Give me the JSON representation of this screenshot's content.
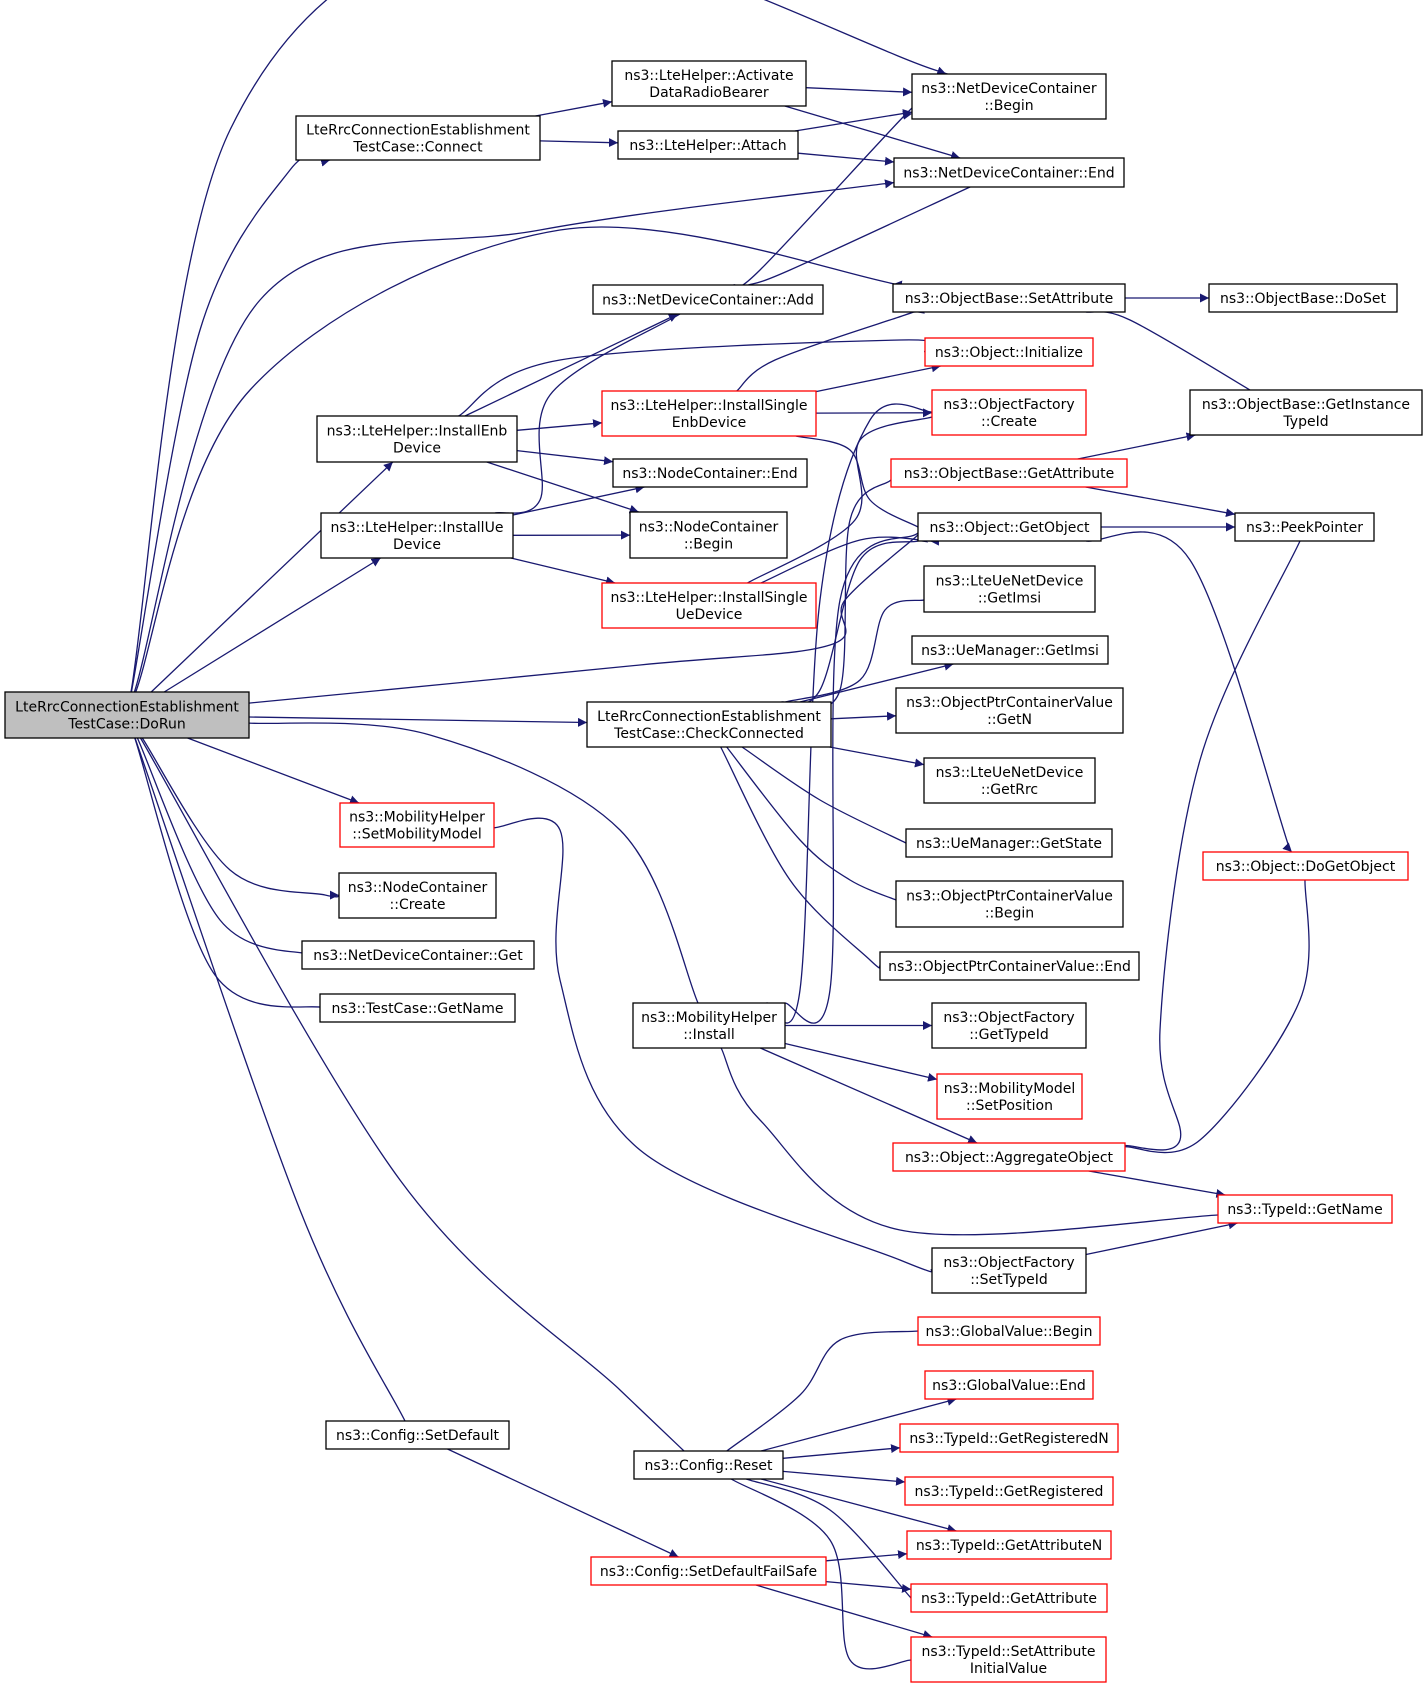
{
  "colors": {
    "edge": "#191970",
    "border_documented": "#000000",
    "border_undocumented": "#ff0000",
    "root_fill": "#bfbfbf",
    "node_fill": "#ffffff"
  },
  "nodes": [
    {
      "id": "dorun",
      "lines": [
        "LteRrcConnectionEstablishment",
        "TestCase::DoRun"
      ],
      "style": "root"
    },
    {
      "id": "connect",
      "lines": [
        "LteRrcConnectionEstablishment",
        "TestCase::Connect"
      ],
      "style": "normal"
    },
    {
      "id": "installEnb",
      "lines": [
        "ns3::LteHelper::InstallEnb",
        "Device"
      ],
      "style": "normal"
    },
    {
      "id": "installUe",
      "lines": [
        "ns3::LteHelper::InstallUe",
        "Device"
      ],
      "style": "normal"
    },
    {
      "id": "setMobility",
      "lines": [
        "ns3::MobilityHelper",
        "::SetMobilityModel"
      ],
      "style": "red"
    },
    {
      "id": "nodeCreate",
      "lines": [
        "ns3::NodeContainer",
        "::Create"
      ],
      "style": "normal"
    },
    {
      "id": "ndcGet",
      "lines": [
        "ns3::NetDeviceContainer::Get"
      ],
      "style": "normal"
    },
    {
      "id": "testGetName",
      "lines": [
        "ns3::TestCase::GetName"
      ],
      "style": "normal"
    },
    {
      "id": "setDefault",
      "lines": [
        "ns3::Config::SetDefault"
      ],
      "style": "normal"
    },
    {
      "id": "activate",
      "lines": [
        "ns3::LteHelper::Activate",
        "DataRadioBearer"
      ],
      "style": "normal"
    },
    {
      "id": "attach",
      "lines": [
        "ns3::LteHelper::Attach"
      ],
      "style": "normal"
    },
    {
      "id": "ndcAdd",
      "lines": [
        "ns3::NetDeviceContainer::Add"
      ],
      "style": "normal"
    },
    {
      "id": "instSingleEnb",
      "lines": [
        "ns3::LteHelper::InstallSingle",
        "EnbDevice"
      ],
      "style": "red"
    },
    {
      "id": "ncEnd",
      "lines": [
        "ns3::NodeContainer::End"
      ],
      "style": "normal"
    },
    {
      "id": "ncBegin",
      "lines": [
        "ns3::NodeContainer",
        "::Begin"
      ],
      "style": "normal"
    },
    {
      "id": "instSingleUe",
      "lines": [
        "ns3::LteHelper::InstallSingle",
        "UeDevice"
      ],
      "style": "red"
    },
    {
      "id": "checkConn",
      "lines": [
        "LteRrcConnectionEstablishment",
        "TestCase::CheckConnected"
      ],
      "style": "normal"
    },
    {
      "id": "mobInstall",
      "lines": [
        "ns3::MobilityHelper",
        "::Install"
      ],
      "style": "normal"
    },
    {
      "id": "cfgReset",
      "lines": [
        "ns3::Config::Reset"
      ],
      "style": "normal"
    },
    {
      "id": "failSafe",
      "lines": [
        "ns3::Config::SetDefaultFailSafe"
      ],
      "style": "red"
    },
    {
      "id": "ndcBegin",
      "lines": [
        "ns3::NetDeviceContainer",
        "::Begin"
      ],
      "style": "normal"
    },
    {
      "id": "ndcEnd",
      "lines": [
        "ns3::NetDeviceContainer::End"
      ],
      "style": "normal"
    },
    {
      "id": "obSetAttr",
      "lines": [
        "ns3::ObjectBase::SetAttribute"
      ],
      "style": "normal"
    },
    {
      "id": "objInit",
      "lines": [
        "ns3::Object::Initialize"
      ],
      "style": "red"
    },
    {
      "id": "ofCreate",
      "lines": [
        "ns3::ObjectFactory",
        "::Create"
      ],
      "style": "red"
    },
    {
      "id": "obGetAttr",
      "lines": [
        "ns3::ObjectBase::GetAttribute"
      ],
      "style": "red"
    },
    {
      "id": "objGetObject",
      "lines": [
        "ns3::Object::GetObject"
      ],
      "style": "normal"
    },
    {
      "id": "lteUeImsi",
      "lines": [
        "ns3::LteUeNetDevice",
        "::GetImsi"
      ],
      "style": "normal"
    },
    {
      "id": "ueMgrImsi",
      "lines": [
        "ns3::UeManager::GetImsi"
      ],
      "style": "normal"
    },
    {
      "id": "optrGetN",
      "lines": [
        "ns3::ObjectPtrContainerValue",
        "::GetN"
      ],
      "style": "normal"
    },
    {
      "id": "lteUeRrc",
      "lines": [
        "ns3::LteUeNetDevice",
        "::GetRrc"
      ],
      "style": "normal"
    },
    {
      "id": "ueMgrState",
      "lines": [
        "ns3::UeManager::GetState"
      ],
      "style": "normal"
    },
    {
      "id": "optrBegin",
      "lines": [
        "ns3::ObjectPtrContainerValue",
        "::Begin"
      ],
      "style": "normal"
    },
    {
      "id": "optrEnd",
      "lines": [
        "ns3::ObjectPtrContainerValue::End"
      ],
      "style": "normal"
    },
    {
      "id": "ofGetTypeId",
      "lines": [
        "ns3::ObjectFactory",
        "::GetTypeId"
      ],
      "style": "normal"
    },
    {
      "id": "mmSetPos",
      "lines": [
        "ns3::MobilityModel",
        "::SetPosition"
      ],
      "style": "red"
    },
    {
      "id": "objAggregate",
      "lines": [
        "ns3::Object::AggregateObject"
      ],
      "style": "red"
    },
    {
      "id": "ofSetTypeId",
      "lines": [
        "ns3::ObjectFactory",
        "::SetTypeId"
      ],
      "style": "normal"
    },
    {
      "id": "gvBegin",
      "lines": [
        "ns3::GlobalValue::Begin"
      ],
      "style": "red"
    },
    {
      "id": "gvEnd",
      "lines": [
        "ns3::GlobalValue::End"
      ],
      "style": "red"
    },
    {
      "id": "tidRegN",
      "lines": [
        "ns3::TypeId::GetRegisteredN"
      ],
      "style": "red"
    },
    {
      "id": "tidReg",
      "lines": [
        "ns3::TypeId::GetRegistered"
      ],
      "style": "red"
    },
    {
      "id": "tidAttrN",
      "lines": [
        "ns3::TypeId::GetAttributeN"
      ],
      "style": "red"
    },
    {
      "id": "tidAttr",
      "lines": [
        "ns3::TypeId::GetAttribute"
      ],
      "style": "red"
    },
    {
      "id": "tidSetAttrInit",
      "lines": [
        "ns3::TypeId::SetAttribute",
        "InitialValue"
      ],
      "style": "red"
    },
    {
      "id": "obDoSet",
      "lines": [
        "ns3::ObjectBase::DoSet"
      ],
      "style": "normal"
    },
    {
      "id": "obGetInstTid",
      "lines": [
        "ns3::ObjectBase::GetInstance",
        "TypeId"
      ],
      "style": "normal"
    },
    {
      "id": "peekPointer",
      "lines": [
        "ns3::PeekPointer"
      ],
      "style": "normal"
    },
    {
      "id": "objDoGetObject",
      "lines": [
        "ns3::Object::DoGetObject"
      ],
      "style": "red"
    },
    {
      "id": "tidGetName",
      "lines": [
        "ns3::TypeId::GetName"
      ],
      "style": "red"
    }
  ],
  "edges": [
    [
      "dorun",
      "ndcBegin"
    ],
    [
      "dorun",
      "connect"
    ],
    [
      "dorun",
      "ndcEnd"
    ],
    [
      "dorun",
      "obSetAttr"
    ],
    [
      "dorun",
      "installEnb"
    ],
    [
      "dorun",
      "installUe"
    ],
    [
      "dorun",
      "objGetObject"
    ],
    [
      "dorun",
      "checkConn"
    ],
    [
      "dorun",
      "setMobility"
    ],
    [
      "dorun",
      "mobInstall"
    ],
    [
      "dorun",
      "nodeCreate"
    ],
    [
      "dorun",
      "ndcGet"
    ],
    [
      "dorun",
      "testGetName"
    ],
    [
      "dorun",
      "setDefault"
    ],
    [
      "dorun",
      "cfgReset"
    ],
    [
      "connect",
      "activate"
    ],
    [
      "connect",
      "attach"
    ],
    [
      "activate",
      "ndcBegin"
    ],
    [
      "activate",
      "ndcEnd"
    ],
    [
      "attach",
      "ndcBegin"
    ],
    [
      "attach",
      "ndcEnd"
    ],
    [
      "ndcAdd",
      "ndcBegin"
    ],
    [
      "ndcAdd",
      "ndcEnd"
    ],
    [
      "installEnb",
      "ndcAdd"
    ],
    [
      "installEnb",
      "objInit"
    ],
    [
      "installEnb",
      "instSingleEnb"
    ],
    [
      "installEnb",
      "ncEnd"
    ],
    [
      "installEnb",
      "ncBegin"
    ],
    [
      "installUe",
      "ndcAdd"
    ],
    [
      "installUe",
      "ncEnd"
    ],
    [
      "installUe",
      "ncBegin"
    ],
    [
      "installUe",
      "instSingleUe"
    ],
    [
      "instSingleEnb",
      "obSetAttr"
    ],
    [
      "instSingleEnb",
      "objInit"
    ],
    [
      "instSingleEnb",
      "ofCreate"
    ],
    [
      "instSingleEnb",
      "objGetObject"
    ],
    [
      "instSingleUe",
      "ofCreate"
    ],
    [
      "instSingleUe",
      "objGetObject"
    ],
    [
      "obSetAttr",
      "obDoSet"
    ],
    [
      "obSetAttr",
      "obGetInstTid"
    ],
    [
      "obGetAttr",
      "obGetInstTid"
    ],
    [
      "obGetAttr",
      "peekPointer"
    ],
    [
      "objGetObject",
      "peekPointer"
    ],
    [
      "objGetObject",
      "objDoGetObject"
    ],
    [
      "checkConn",
      "obGetAttr"
    ],
    [
      "checkConn",
      "objGetObject"
    ],
    [
      "checkConn",
      "lteUeImsi"
    ],
    [
      "checkConn",
      "ueMgrImsi"
    ],
    [
      "checkConn",
      "optrGetN"
    ],
    [
      "checkConn",
      "lteUeRrc"
    ],
    [
      "checkConn",
      "ueMgrState"
    ],
    [
      "checkConn",
      "optrBegin"
    ],
    [
      "checkConn",
      "optrEnd"
    ],
    [
      "setMobility",
      "ofSetTypeId"
    ],
    [
      "mobInstall",
      "ofCreate"
    ],
    [
      "mobInstall",
      "objGetObject"
    ],
    [
      "mobInstall",
      "ofGetTypeId"
    ],
    [
      "mobInstall",
      "mmSetPos"
    ],
    [
      "mobInstall",
      "objAggregate"
    ],
    [
      "mobInstall",
      "tidGetName"
    ],
    [
      "objAggregate",
      "peekPointer"
    ],
    [
      "objAggregate",
      "objDoGetObject"
    ],
    [
      "objAggregate",
      "tidGetName"
    ],
    [
      "ofSetTypeId",
      "tidGetName"
    ],
    [
      "setDefault",
      "failSafe"
    ],
    [
      "cfgReset",
      "gvBegin"
    ],
    [
      "cfgReset",
      "gvEnd"
    ],
    [
      "cfgReset",
      "tidRegN"
    ],
    [
      "cfgReset",
      "tidReg"
    ],
    [
      "cfgReset",
      "tidAttrN"
    ],
    [
      "cfgReset",
      "tidAttr"
    ],
    [
      "cfgReset",
      "tidSetAttrInit"
    ],
    [
      "failSafe",
      "tidAttrN"
    ],
    [
      "failSafe",
      "tidAttr"
    ],
    [
      "failSafe",
      "tidSetAttrInit"
    ]
  ]
}
